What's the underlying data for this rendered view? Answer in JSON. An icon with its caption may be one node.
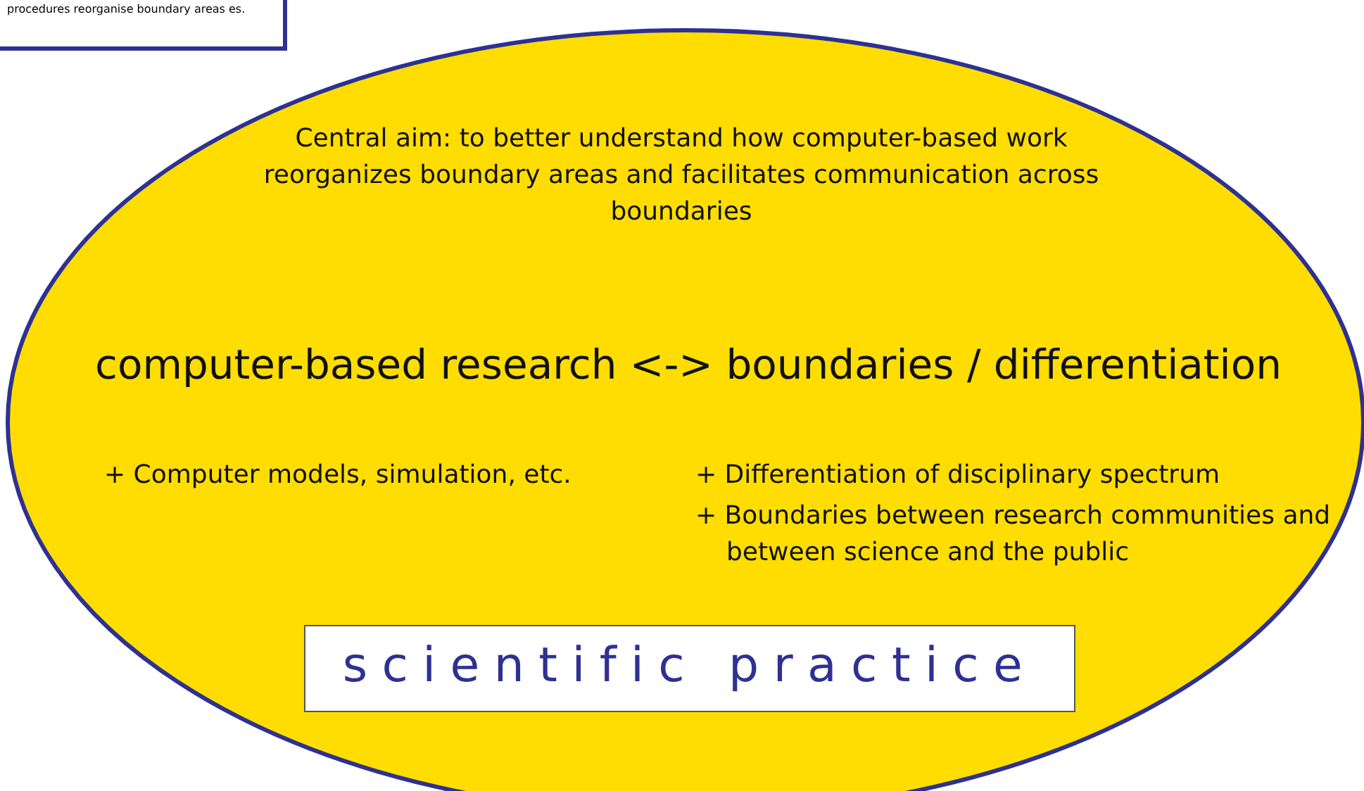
{
  "diagram": {
    "nodes": [
      {
        "text": [
          "procedures reorganise boundary areas es."
        ]
      },
      {
        "text": [
          "Central aim: to better understand how computer-based work reorganizes boundary areas and facilitates communication across boundaries",
          "computer-based research <-> boundaries / differentiation",
          "+ Computer models, simulation, etc.",
          "+ Differentiation of disciplinary spectrum",
          "+ Boundaries between research communities and between science and the public"
        ]
      },
      {
        "text": [
          "scientific practice"
        ],
        "in": 1
      }
    ]
  }
}
